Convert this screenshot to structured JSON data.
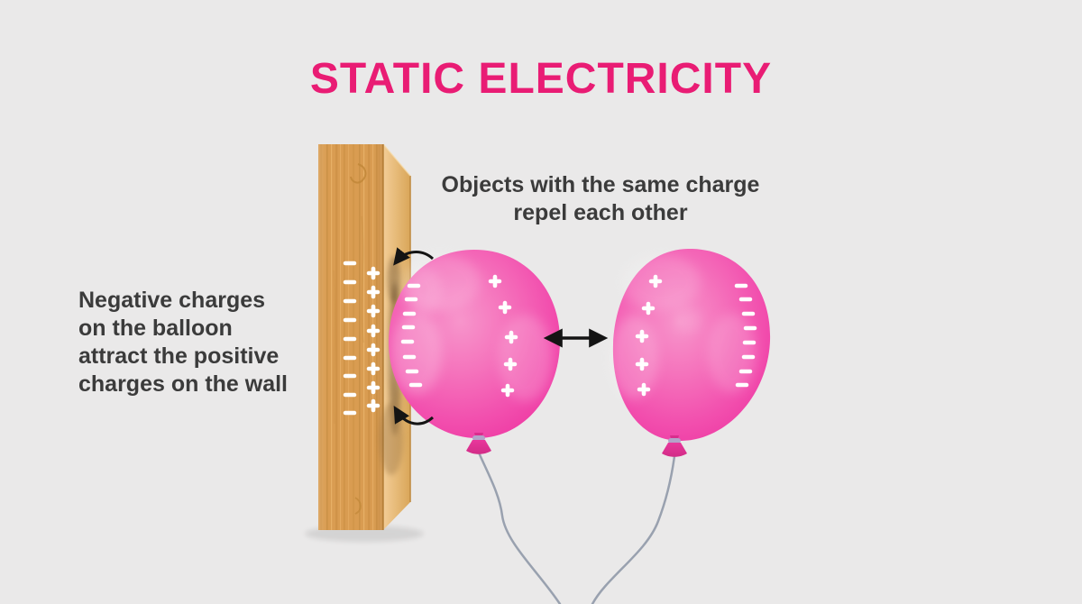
{
  "title": "STATIC ELECTRICITY",
  "captions": {
    "repel": "Objects with the same charge\nrepel each other",
    "attract": "Negative charges\non the balloon\nattract the positive\ncharges on the wall"
  },
  "colors": {
    "background": "#eae9e9",
    "title_text": "#e91c74",
    "body_text": "#3b3b3b",
    "charge_mark": "#ffffff",
    "arrow_black": "#141414",
    "balloon_edge_pink": "#ee3aa3",
    "balloon_center_pink": "#f584c4",
    "wood_base": "#d99c51",
    "wood_light": "#e7b066",
    "wood_dark": "#c98f45",
    "string_gray": "#99a1af"
  },
  "charges": {
    "wall": {
      "minus": [
        [
          388,
          292
        ],
        [
          388,
          313
        ],
        [
          388,
          334
        ],
        [
          388,
          355
        ],
        [
          388,
          376
        ],
        [
          388,
          397
        ],
        [
          388,
          417
        ],
        [
          388,
          438
        ],
        [
          388,
          458
        ]
      ],
      "plus": [
        [
          414,
          303
        ],
        [
          414,
          324
        ],
        [
          414,
          345
        ],
        [
          414,
          367
        ],
        [
          414,
          388
        ],
        [
          414,
          409
        ],
        [
          414,
          430
        ],
        [
          414,
          450
        ]
      ]
    },
    "left_balloon": {
      "minus": [
        [
          459,
          317
        ],
        [
          456,
          332
        ],
        [
          454,
          348
        ],
        [
          453,
          363
        ],
        [
          452,
          379
        ],
        [
          454,
          396
        ],
        [
          457,
          412
        ],
        [
          461,
          427
        ]
      ],
      "plus": [
        [
          549,
          312
        ],
        [
          560,
          341
        ],
        [
          567,
          374
        ],
        [
          566,
          404
        ],
        [
          563,
          433
        ]
      ]
    },
    "right_balloon": {
      "plus": [
        [
          727,
          312
        ],
        [
          719,
          342
        ],
        [
          712,
          373
        ],
        [
          712,
          404
        ],
        [
          714,
          432
        ]
      ],
      "minus": [
        [
          822,
          317
        ],
        [
          827,
          332
        ],
        [
          830,
          348
        ],
        [
          832,
          364
        ],
        [
          831,
          380
        ],
        [
          830,
          396
        ],
        [
          827,
          412
        ],
        [
          823,
          427
        ]
      ]
    }
  }
}
